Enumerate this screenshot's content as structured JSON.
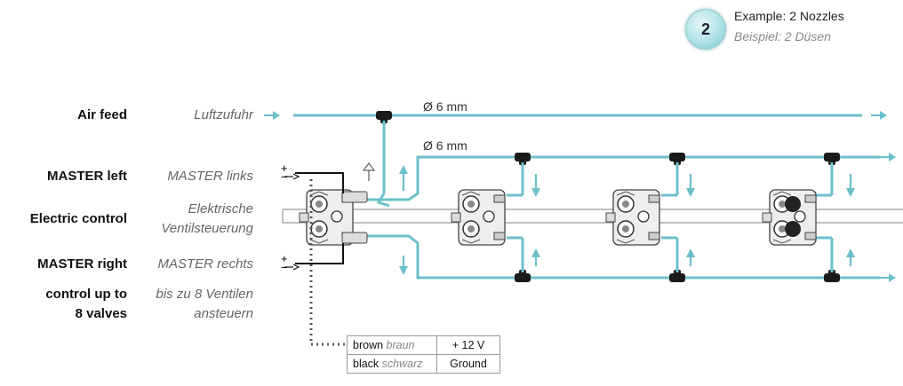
{
  "badge": {
    "number": "2"
  },
  "example": {
    "en": "Example: 2 Nozzles",
    "de": "Beispiel: 2 Düsen"
  },
  "labels": [
    {
      "id": "air-feed",
      "en": "Air feed",
      "de": "Luftzufuhr"
    },
    {
      "id": "master-left",
      "en": "MASTER left",
      "de": "MASTER links"
    },
    {
      "id": "electric-control",
      "en": "Electric control",
      "de": "Elektrische Ventilsteuerung"
    },
    {
      "id": "master-right",
      "en": "MASTER right",
      "de": "MASTER rechts"
    },
    {
      "id": "control-up-to",
      "en": "control up to 8 valves",
      "de": "bis zu 8 Ventilen ansteuern"
    }
  ],
  "electric_control_de_line1": "Elektrische",
  "electric_control_de_line2": "Ventilsteuerung",
  "control_en_line1": "control up to",
  "control_en_line2": "8 valves",
  "control_de_line1": "bis zu 8 Ventilen",
  "control_de_line2": "ansteuern",
  "tube_diameter_top": "Ø 6 mm",
  "tube_diameter_middle": "Ø 6 mm",
  "polarity": {
    "plus": "+",
    "minus": "−"
  },
  "wiring": {
    "rows": [
      {
        "color_en": "brown",
        "color_de": "braun",
        "value": "+ 12 V"
      },
      {
        "color_en": "black",
        "color_de": "schwarz",
        "value": "Ground"
      }
    ]
  },
  "colors": {
    "tube": "#6cc0cb",
    "fitting": "#1a1a1a",
    "wire": "#111111",
    "dotted_cable": "#555555"
  }
}
